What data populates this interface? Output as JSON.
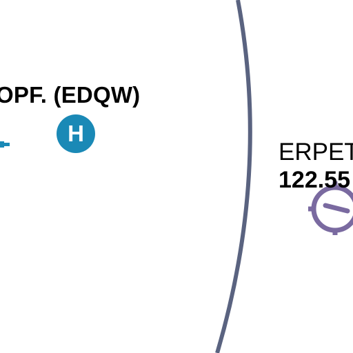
{
  "colors": {
    "background": "#ffffff",
    "airspace_boundary": "#5a6380",
    "heliport": "#1a89b6",
    "airfield_symbol": "#7a6aa0",
    "text": "#000000"
  },
  "airfield_left": {
    "name": "OPF. (EDQW)",
    "symbol": "airport-symbol-icon"
  },
  "heliport": {
    "letter": "H",
    "symbol": "heliport-icon"
  },
  "airfield_right": {
    "name": "ERPET",
    "frequency": "122.55",
    "symbol": "glider-airfield-icon"
  },
  "airspace": {
    "boundary": "airspace-boundary-line"
  }
}
